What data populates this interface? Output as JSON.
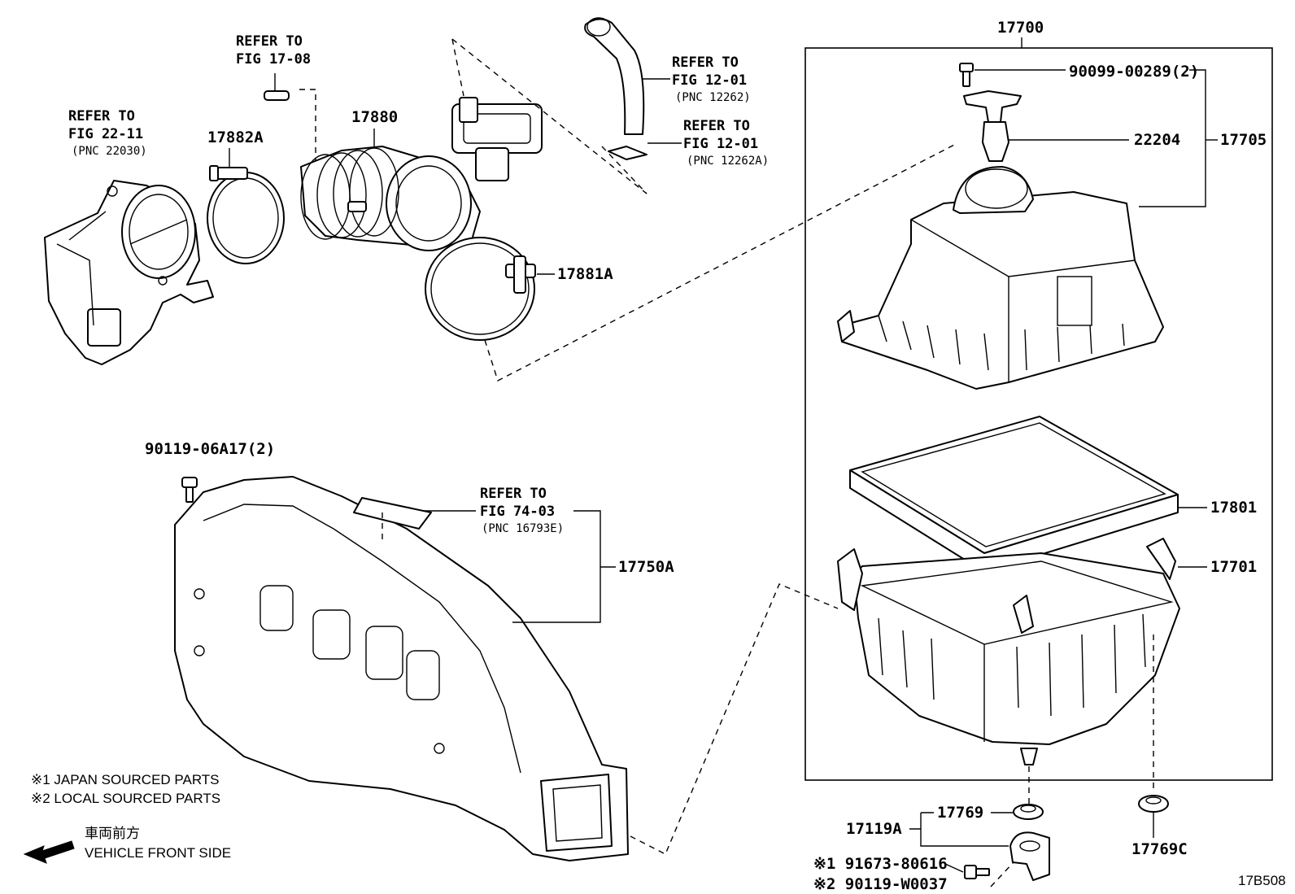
{
  "labels": {
    "p17700": "17700",
    "p90099": "90099-00289(2)",
    "p22204": "22204",
    "p17705": "17705",
    "p17801": "17801",
    "p17701": "17701",
    "p17769": "17769",
    "p17119A": "17119A",
    "p17769C": "17769C",
    "p91673": "※1 91673-80616",
    "p90119w": "※2 90119-W0037",
    "p17880": "17880",
    "p17882A": "17882A",
    "p17881A": "17881A",
    "p90119a": "90119-06A17(2)",
    "p17750A": "17750A",
    "fig_code": "17B508"
  },
  "refs": {
    "r2211_a": "REFER TO",
    "r2211_b": "FIG 22-11",
    "r2211_c": "(PNC 22030)",
    "r1708_a": "REFER TO",
    "r1708_b": "FIG 17-08",
    "r1201_a": "REFER TO",
    "r1201_b": "FIG 12-01",
    "r1201_c": "(PNC 12262)",
    "r1201b_a": "REFER TO",
    "r1201b_b": "FIG 12-01",
    "r1201b_c": "(PNC 12262A)",
    "r7403_a": "REFER TO",
    "r7403_b": "FIG 74-03",
    "r7403_c": "(PNC 16793E)"
  },
  "notes": {
    "japan": "※1 JAPAN SOURCED PARTS",
    "local": "※2 LOCAL SOURCED PARTS",
    "front_jp": "車両前方",
    "front_en": "VEHICLE FRONT SIDE"
  }
}
